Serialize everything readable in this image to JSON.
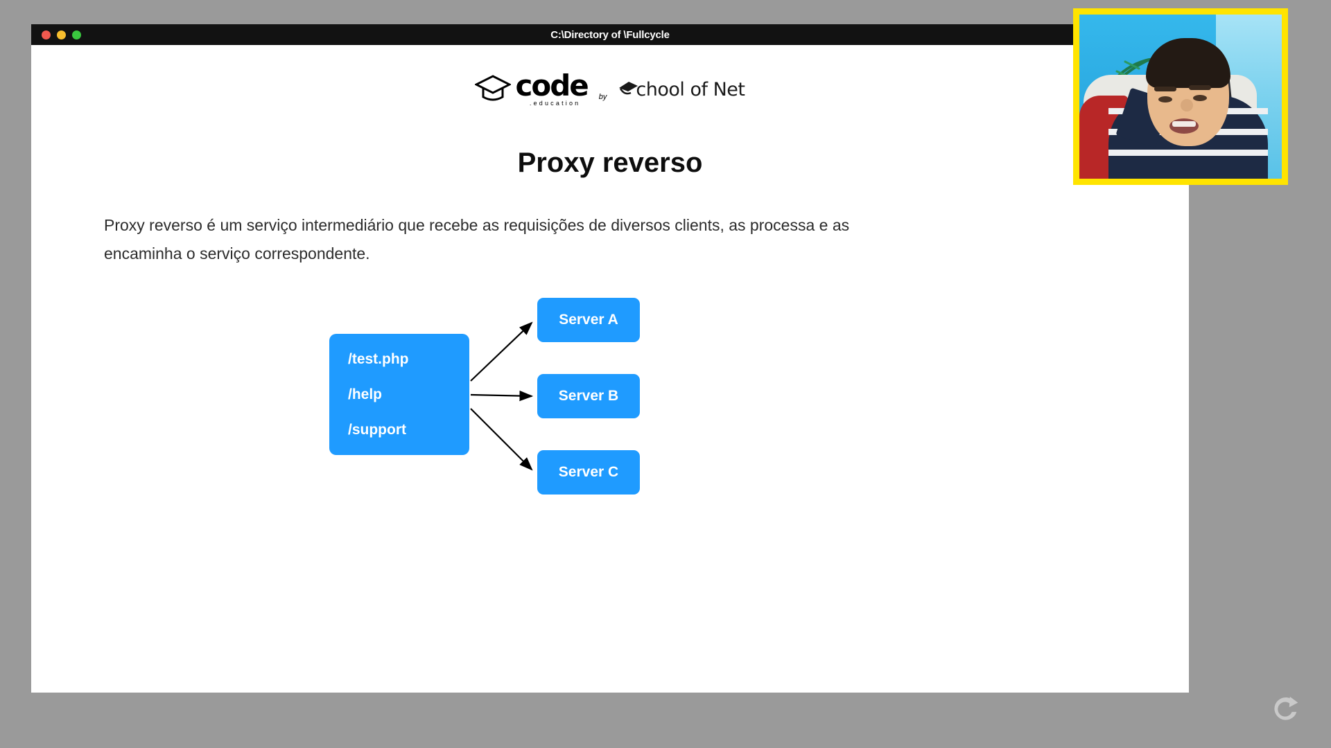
{
  "window": {
    "title": "C:\\Directory of \\Fullcycle",
    "controls": {
      "close": "close",
      "minimize": "minimize",
      "maximize": "maximize"
    }
  },
  "brand": {
    "code_word": "code",
    "code_sub": ".education",
    "by": "by",
    "school_of_net": "chool of Net",
    "cap_icon": "graduation-cap-icon"
  },
  "slide": {
    "title": "Proxy reverso",
    "body": "Proxy reverso é um serviço intermediário que recebe as requisições de diversos clients, as processa e as encaminha o serviço correspondente."
  },
  "diagram": {
    "routes_box": {
      "routes": [
        "/test.php",
        "/help",
        "/support"
      ]
    },
    "servers": [
      {
        "label": "Server A"
      },
      {
        "label": "Server B"
      },
      {
        "label": "Server C"
      }
    ],
    "accent_color": "#1f9bff",
    "arrow_color": "#000000"
  },
  "overlay": {
    "webcam": "webcam-presenter",
    "border_color": "#ffe400"
  },
  "watermark": {
    "icon": "fullcycle-circular-arrow-logo"
  }
}
